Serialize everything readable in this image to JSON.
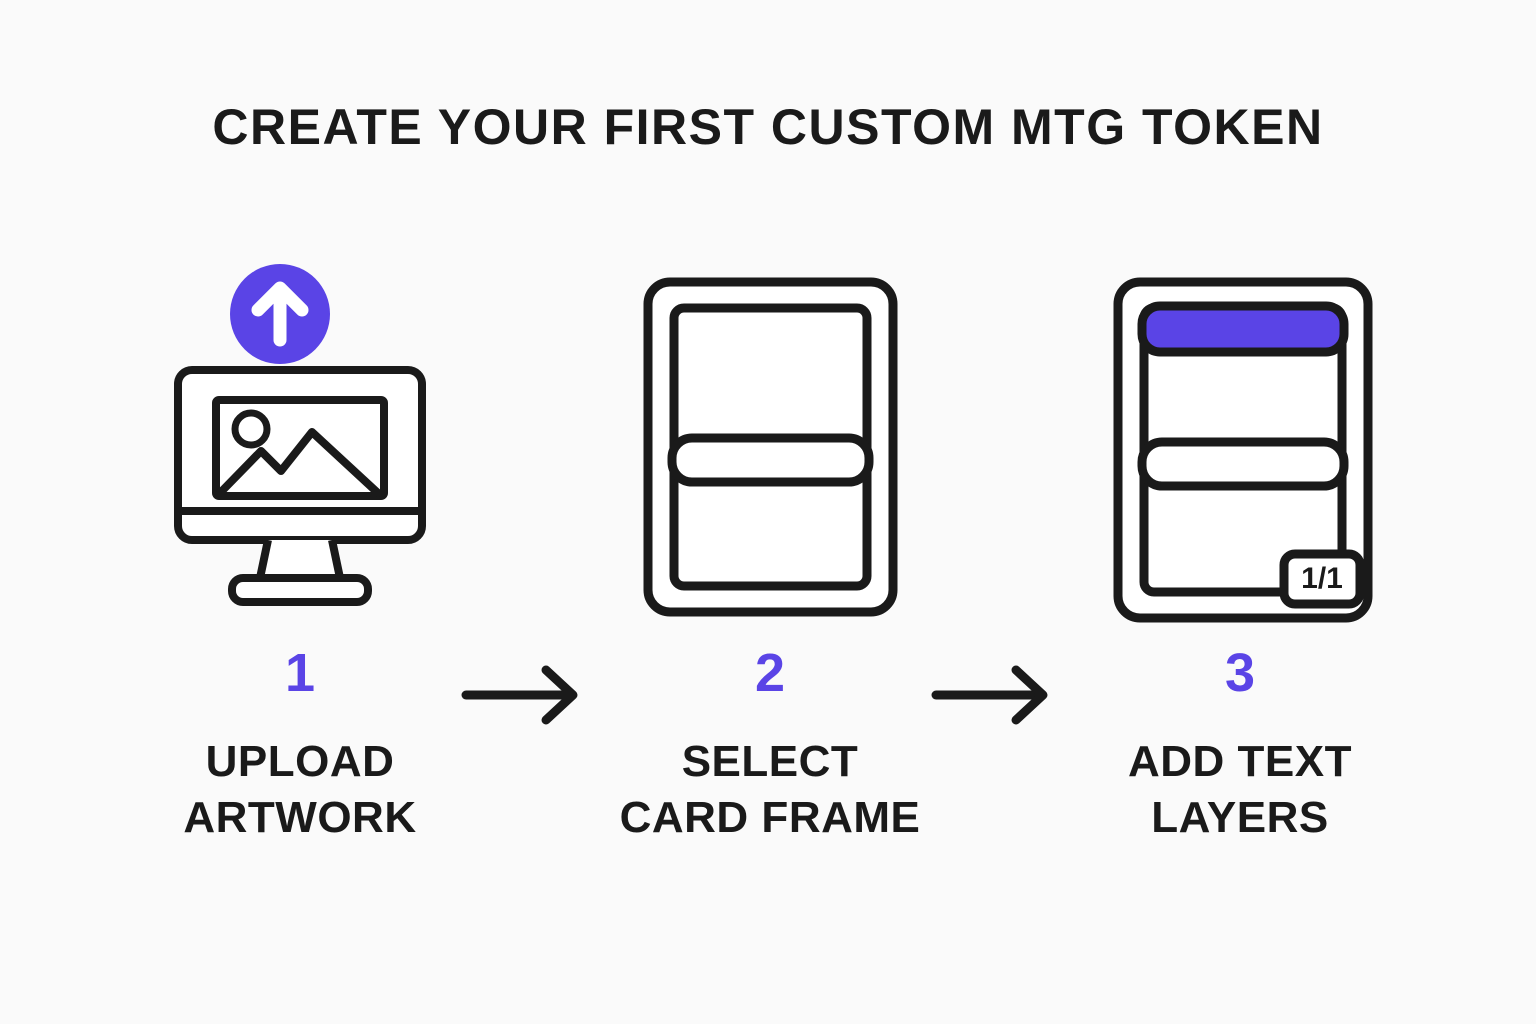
{
  "heading": {
    "title": "CREATE YOUR FIRST CUSTOM MTG TOKEN"
  },
  "theme": {
    "background": "#fafafa",
    "ink": "#1a1a1a",
    "accent_purple": "#5a44e6",
    "card_fill": "#ffffff"
  },
  "steps": [
    {
      "number": "1",
      "label_line1": "UPLOAD",
      "label_line2": "ARTWORK",
      "icon": "monitor-image-upload-icon",
      "badge": "upload-arrow-badge"
    },
    {
      "number": "2",
      "label_line1": "SELECT",
      "label_line2": "CARD FRAME",
      "icon": "blank-card-frame-icon"
    },
    {
      "number": "3",
      "label_line1": "ADD TEXT",
      "label_line2": "LAYERS",
      "icon": "card-frame-with-text-layers-icon",
      "title_bar_color": "#5a44e6",
      "power_toughness": "1/1"
    }
  ],
  "connectors": [
    {
      "name": "arrow-step1-to-step2",
      "direction": "right"
    },
    {
      "name": "arrow-step2-to-step3",
      "direction": "right"
    }
  ]
}
